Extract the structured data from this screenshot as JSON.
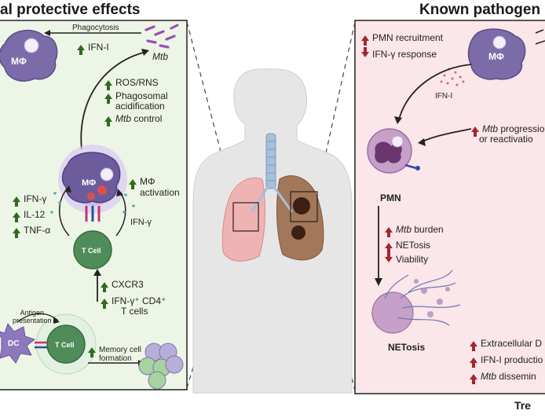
{
  "left_panel": {
    "title": "al protective effects",
    "phagocytosis": "Phagocytosis",
    "ifn_i": "IFN-I",
    "mtb": "Mtb",
    "ros_rns": "ROS/RNS",
    "phagosomal_1": "Phagosomal",
    "phagosomal_2": "acidification",
    "mtb_control": "control",
    "mtb_control_prefix": "Mtb",
    "ifn_gamma": "IFN-γ",
    "il12": "IL-12",
    "tnf_alpha": "TNF-α",
    "mphi_activation_1": "MΦ",
    "mphi_activation_2": "activation",
    "ifn_gamma_arrow": "IFN-γ",
    "t_cell": "T Cell",
    "cxcr3": "CXCR3",
    "cd4_1": "IFN-γ⁺ CD4⁺",
    "cd4_2": "T cells",
    "antigen_1": "Antigen",
    "antigen_2": "presentation",
    "dc": "DC",
    "t_cell_2": "T Cell",
    "memory_1": "Memory cell",
    "memory_2": "formation",
    "mphi": "MΦ"
  },
  "right_panel": {
    "title": "Known pathogen",
    "pmn_recruitment": "PMN recruitment",
    "ifn_gamma_response": "IFN-γ  response",
    "mphi": "MΦ",
    "ifn_i": "IFN-I",
    "mtb_progression_1": "progressio",
    "mtb_progression_prefix": "Mtb",
    "mtb_progression_2": "or reactivatio",
    "pmn": "PMN",
    "mtb_burden": "burden",
    "mtb_burden_prefix": "Mtb",
    "netosis": "NETosis",
    "viability": "Viability",
    "netosis_label": "NETosis",
    "extracellular": "Extracellular D",
    "ifn_i_production": "IFN-I productio",
    "mtb_dissemin": "dissemin",
    "mtb_dissemin_prefix": "Mtb",
    "footer": "Tre"
  },
  "colors": {
    "left_bg": "#edf6e6",
    "right_bg": "#fbe6ea",
    "green_arrow": "#2e6b1f",
    "red_arrow": "#a0282d",
    "macrophage": "#7b6ba8",
    "t_cell": "#4f8c5a",
    "pmn": "#c7a0c9"
  }
}
